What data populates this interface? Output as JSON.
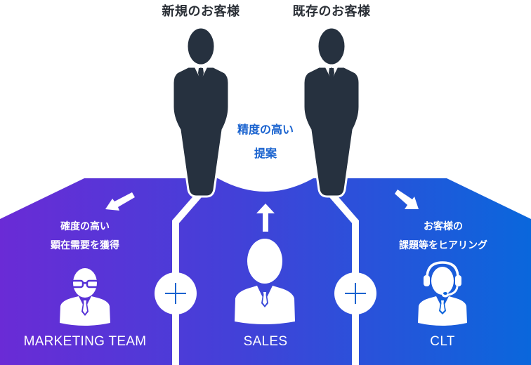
{
  "customers": {
    "new": {
      "label": "新規のお客様"
    },
    "existing": {
      "label": "既存のお客様"
    }
  },
  "center": {
    "proposal_line1": "精度の高い",
    "proposal_line2": "提案"
  },
  "teams": [
    {
      "name": "MARKETING TEAM",
      "icon": "businessman-glasses-icon",
      "desc_line1": "確度の高い",
      "desc_line2": "顕在需要を獲得",
      "arrow": "arrow-down-left-icon"
    },
    {
      "name": "SALES",
      "icon": "businessman-icon",
      "arrow": "arrow-up-icon"
    },
    {
      "name": "CLT",
      "icon": "headset-operator-icon",
      "desc_line1": "お客様の",
      "desc_line2": "課題等をヒアリング",
      "arrow": "arrow-down-right-icon"
    }
  ],
  "connectors": [
    "plus-icon",
    "plus-icon"
  ],
  "colors": {
    "gradient_start": "#6a2bd6",
    "gradient_mid": "#3f45d9",
    "gradient_end": "#0b66dc",
    "figure_dark": "#26313f",
    "accent_blue": "#1a63cf",
    "white": "#ffffff"
  }
}
